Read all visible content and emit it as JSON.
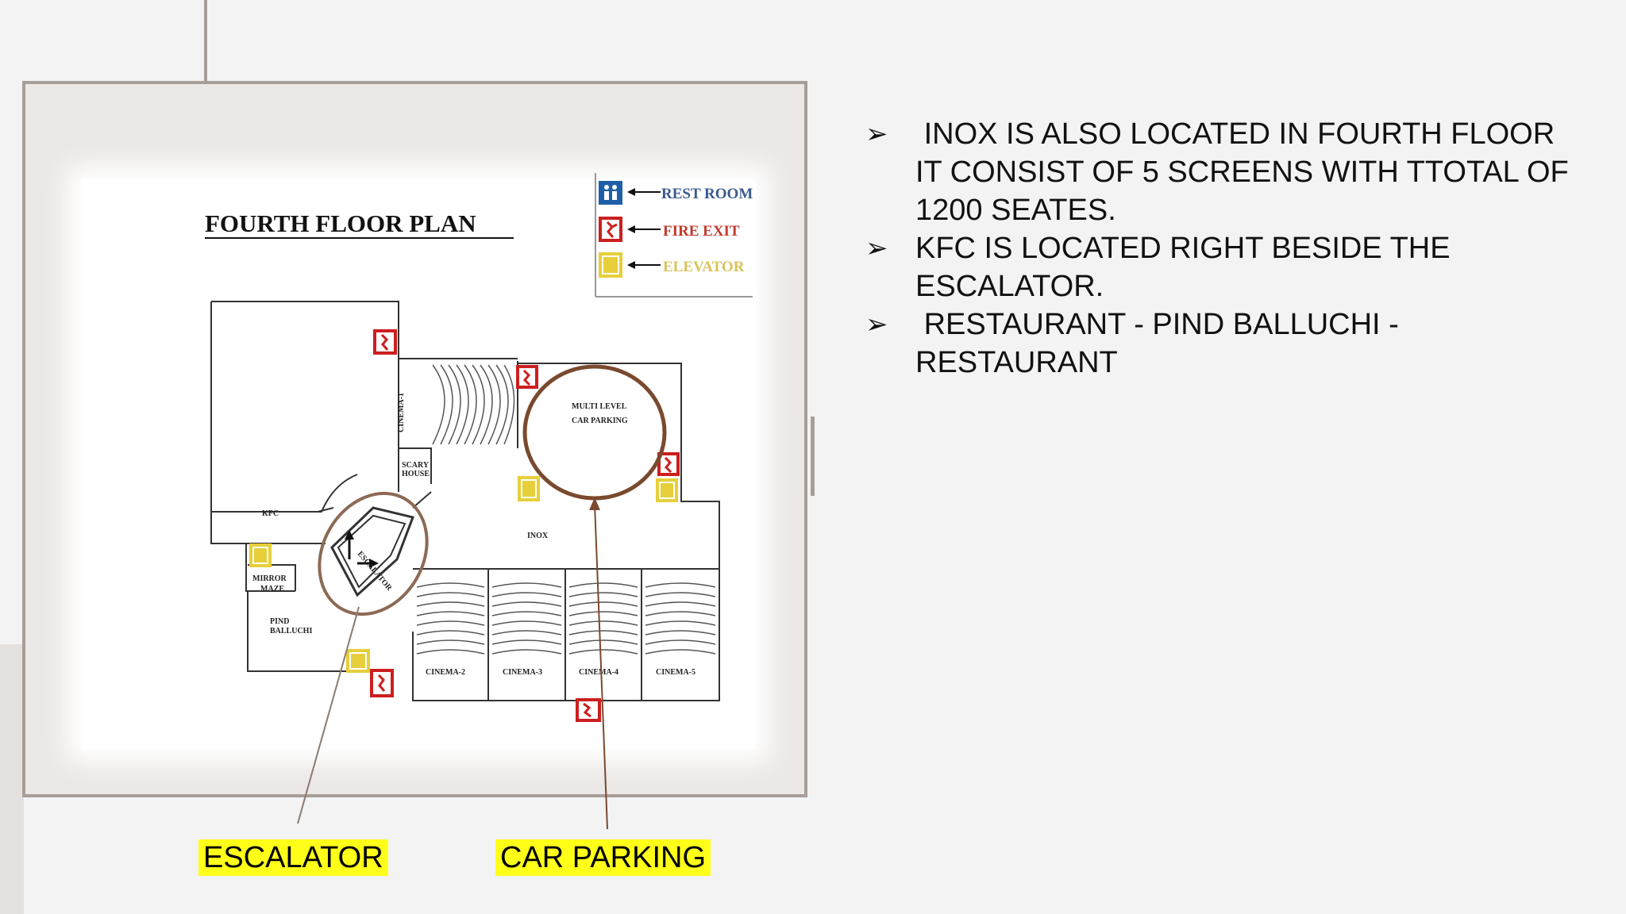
{
  "plan": {
    "title": "FOURTH FLOOR PLAN",
    "legend": [
      {
        "label": "REST ROOM",
        "color": "#1f5fa8",
        "icon": "restroom-icon"
      },
      {
        "label": "FIRE EXIT",
        "color": "#cc1f1f",
        "icon": "fire-exit-icon"
      },
      {
        "label": "ELEVATOR",
        "color": "#e6cf3a",
        "icon": "elevator-icon"
      }
    ],
    "rooms": {
      "kfc": "KFC",
      "cinema1": "CINEMA-1",
      "scary_house_1": "SCARY",
      "scary_house_2": "HOUSE",
      "parking_1": "MULTI LEVEL",
      "parking_2": "CAR PARKING",
      "inox": "INOX",
      "escalator": "ESCALATOR",
      "mirror_1": "MIRROR",
      "mirror_2": "MAZE",
      "pind_1": "PIND",
      "pind_2": "BALLUCHI",
      "cinema2": "CINEMA-2",
      "cinema3": "CINEMA-3",
      "cinema4": "CINEMA-4",
      "cinema5": "CINEMA-5"
    }
  },
  "callouts": {
    "escalator": "ESCALATOR",
    "parking": "CAR PARKING"
  },
  "colors": {
    "highlight": "#ffff1a",
    "circle": "#7a4a2e",
    "frame": "#a89e98"
  },
  "bullets": [
    " INOX IS ALSO LOCATED IN FOURTH FLOOR IT CONSIST OF 5 SCREENS WITH TTOTAL OF 1200 SEATES.",
    "KFC IS LOCATED RIGHT BESIDE THE ESCALATOR.",
    " RESTAURANT - PIND BALLUCHI - RESTAURANT"
  ]
}
